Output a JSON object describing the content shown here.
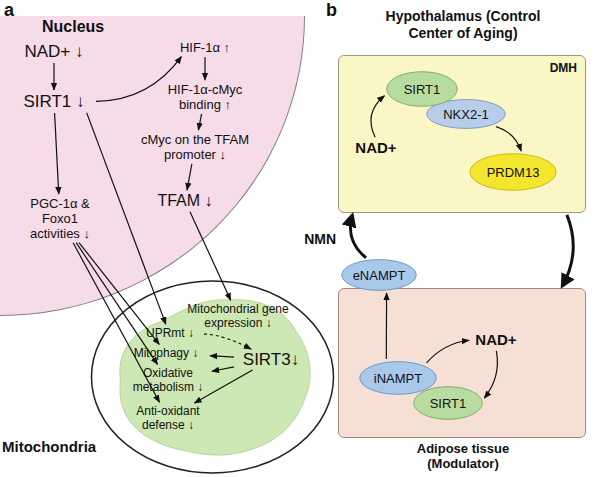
{
  "diagram": {
    "nodes": [
      {
        "text": [
          "Nucleus"
        ]
      },
      {
        "text": [
          "NAD+ ↓"
        ],
        "in": 0
      },
      {
        "text": [
          "SIRT1 ↓"
        ],
        "in": 0
      },
      {
        "text": [
          "HIF-1α ↑"
        ],
        "in": 0
      },
      {
        "text": [
          "HIF-1α-cMyc binding ↑"
        ],
        "in": 0
      },
      {
        "text": [
          "cMyc on the TFAM promoter ↓"
        ],
        "in": 0
      },
      {
        "text": [
          "TFAM ↓"
        ],
        "in": 0
      },
      {
        "text": [
          "PGC-1α & Foxo1 activities ↓"
        ],
        "in": 0
      },
      {
        "text": [
          "Mitochondria"
        ]
      },
      {
        "text": [
          "Mitochondrial gene expression ↓"
        ],
        "in": 8
      },
      {
        "text": [
          "UPRmt ↓"
        ],
        "in": 8
      },
      {
        "text": [
          "Mitophagy ↓"
        ],
        "in": 8
      },
      {
        "text": [
          "Oxidative metabolism ↓"
        ],
        "in": 8
      },
      {
        "text": [
          "SIRT3↓"
        ],
        "in": 8
      },
      {
        "text": [
          "Anti-oxidant defense ↓"
        ],
        "in": 8
      },
      {
        "text": [
          "Hypothalamus (Control Center of Aging)",
          "DMH"
        ]
      },
      {
        "text": [
          "SIRT1"
        ],
        "in": 15
      },
      {
        "text": [
          "NKX2-1"
        ],
        "in": 15
      },
      {
        "text": [
          "PRDM13"
        ],
        "in": 15
      },
      {
        "text": [
          "NAD+"
        ],
        "in": 15
      },
      {
        "text": [
          "Adipose tissue (Modulator)"
        ]
      },
      {
        "text": [
          "eNAMPT"
        ],
        "in": 20
      },
      {
        "text": [
          "iNAMPT"
        ],
        "in": 20
      },
      {
        "text": [
          "SIRT1"
        ],
        "in": 20
      },
      {
        "text": [
          "NAD+"
        ],
        "in": 20
      }
    ],
    "edges": [
      {
        "from": 1,
        "to": 2,
        "arrow": "to"
      },
      {
        "from": 2,
        "to": 3,
        "arrow": "to"
      },
      {
        "from": 3,
        "to": 4,
        "arrow": "to"
      },
      {
        "from": 4,
        "to": 5,
        "arrow": "to"
      },
      {
        "from": 5,
        "to": 6,
        "arrow": "to"
      },
      {
        "from": 6,
        "to": 9,
        "arrow": "to"
      },
      {
        "from": 2,
        "to": 7,
        "arrow": "to"
      },
      {
        "from": 2,
        "to": 10,
        "arrow": "to"
      },
      {
        "from": 7,
        "to": 11,
        "arrow": "to"
      },
      {
        "from": 7,
        "to": 12,
        "arrow": "to"
      },
      {
        "from": 7,
        "to": 14,
        "arrow": "to"
      },
      {
        "from": 10,
        "to": 13,
        "arrow": "to"
      },
      {
        "from": 13,
        "to": 11,
        "arrow": "to"
      },
      {
        "from": 13,
        "to": 12,
        "arrow": "to"
      },
      {
        "from": 13,
        "to": 14,
        "arrow": "to"
      },
      {
        "from": 19,
        "to": 16,
        "arrow": "to"
      },
      {
        "from": 17,
        "to": 18,
        "arrow": "to"
      },
      {
        "from": 15,
        "to": 20,
        "arrow": "to"
      },
      {
        "from": 21,
        "to": 15,
        "label": "NMN",
        "arrow": "to"
      },
      {
        "from": 22,
        "to": 21,
        "arrow": "to"
      },
      {
        "from": 22,
        "to": 24,
        "arrow": "to"
      },
      {
        "from": 24,
        "to": 23,
        "arrow": "to"
      }
    ],
    "labels": [
      "a",
      "b"
    ]
  }
}
